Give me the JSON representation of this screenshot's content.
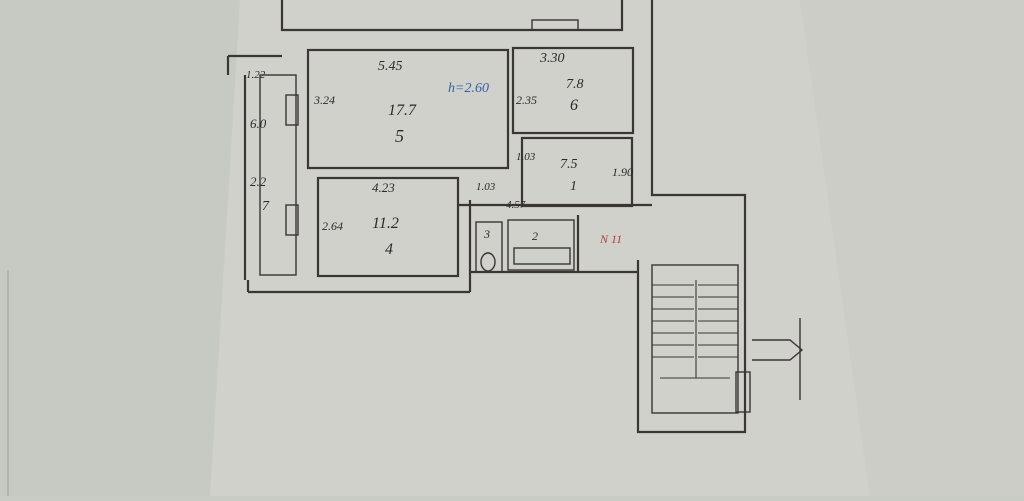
{
  "plan": {
    "ceiling_height": "h=2.60",
    "rooms": [
      {
        "number": "5",
        "area": "17.7",
        "width": "5.45",
        "depth": "3.24"
      },
      {
        "number": "6",
        "area": "7.8",
        "width": "3.30",
        "depth": "2.35"
      },
      {
        "number": "1",
        "area": "7.5",
        "width": "1.90",
        "depth": "1.03"
      },
      {
        "number": "4",
        "area": "11.2",
        "width": "4.23",
        "depth": "2.64"
      },
      {
        "number": "7",
        "area": "2.2",
        "width": "6.0",
        "depth": "1.22"
      }
    ],
    "small_rooms": {
      "bath": "2",
      "wc": "3"
    },
    "corridor_dims": [
      "1.03",
      "4.57"
    ],
    "red_mark": "N 11"
  }
}
